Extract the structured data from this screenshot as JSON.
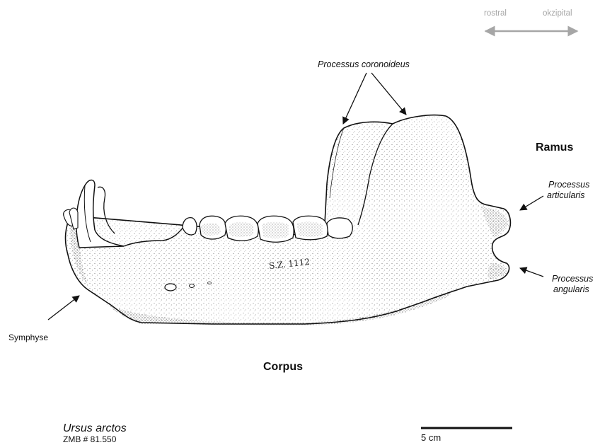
{
  "orientation": {
    "left_label": "rostral",
    "right_label": "okzipital",
    "color": "#a6a6a6"
  },
  "labels": {
    "processus_coronoideus": "Processus coronoideus",
    "ramus": "Ramus",
    "processus_articularis_line1": "Processus",
    "processus_articularis_line2": "articularis",
    "processus_angularis_line1": "Processus",
    "processus_angularis_line2": "angularis",
    "symphyse": "Symphyse",
    "corpus": "Corpus"
  },
  "specimen": {
    "species": "Ursus arctos",
    "catalog": "ZMB # 81.550",
    "bone_inscription": "S.Z. 1112"
  },
  "scale_bar": {
    "label": "5 cm"
  }
}
